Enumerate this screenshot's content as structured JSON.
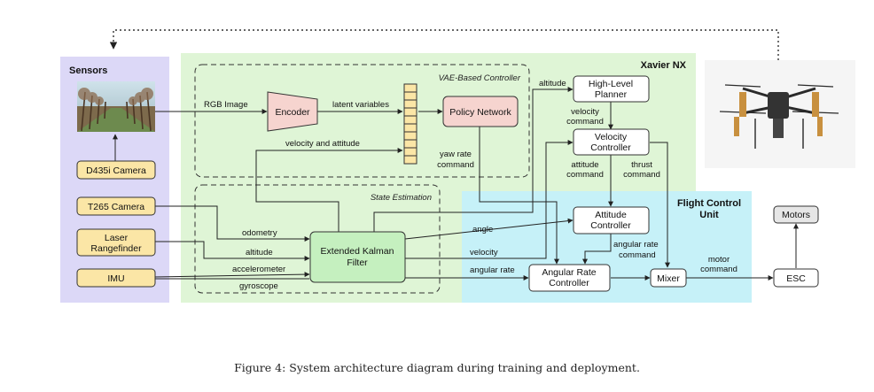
{
  "regions": {
    "sensors": "Sensors",
    "xavier": "Xavier NX",
    "fcu_line1": "Flight Control",
    "fcu_line2": "Unit",
    "vae": "VAE-Based Controller",
    "state_est": "State Estimation"
  },
  "blocks": {
    "d435i": "D435i Camera",
    "t265": "T265 Camera",
    "laser_line1": "Laser",
    "laser_line2": "Rangefinder",
    "imu": "IMU",
    "encoder": "Encoder",
    "policy": "Policy Network",
    "ekf_line1": "Extended Kalman",
    "ekf_line2": "Filter",
    "hl_line1": "High-Level",
    "hl_line2": "Planner",
    "vc_line1": "Velocity",
    "vc_line2": "Controller",
    "ac_line1": "Attitude",
    "ac_line2": "Controller",
    "arc_line1": "Angular Rate",
    "arc_line2": "Controller",
    "mixer": "Mixer",
    "esc": "ESC",
    "motors": "Motors"
  },
  "edge_labels": {
    "rgb": "RGB Image",
    "latent": "latent variables",
    "vel_att": "velocity and attitude",
    "yaw_line1": "yaw rate",
    "yaw_line2": "command",
    "altitude_top": "altitude",
    "velcmd_line1": "velocity",
    "velcmd_line2": "command",
    "attcmd_line1": "attitude",
    "attcmd_line2": "command",
    "thrust_line1": "thrust",
    "thrust_line2": "command",
    "odometry": "odometry",
    "altitude_mid": "altitude",
    "accel": "accelerometer",
    "gyro": "gyroscope",
    "angle": "angle",
    "velocity": "velocity",
    "angrate": "angular rate",
    "arcmd_line1": "angular rate",
    "arcmd_line2": "command",
    "motorcmd_line1": "motor",
    "motorcmd_line2": "command"
  },
  "caption": "Figure 4: System architecture diagram during training and deployment.",
  "colors": {
    "sensors_bg": "#dcd8f7",
    "xavier_bg": "#dff5d6",
    "fcu_bg": "#c6f1f8",
    "sensor_block": "#fbe6a6",
    "nn_block": "#f6d4cf",
    "ekf_block": "#c5f0bf",
    "motors_block": "#e6e6e6"
  }
}
